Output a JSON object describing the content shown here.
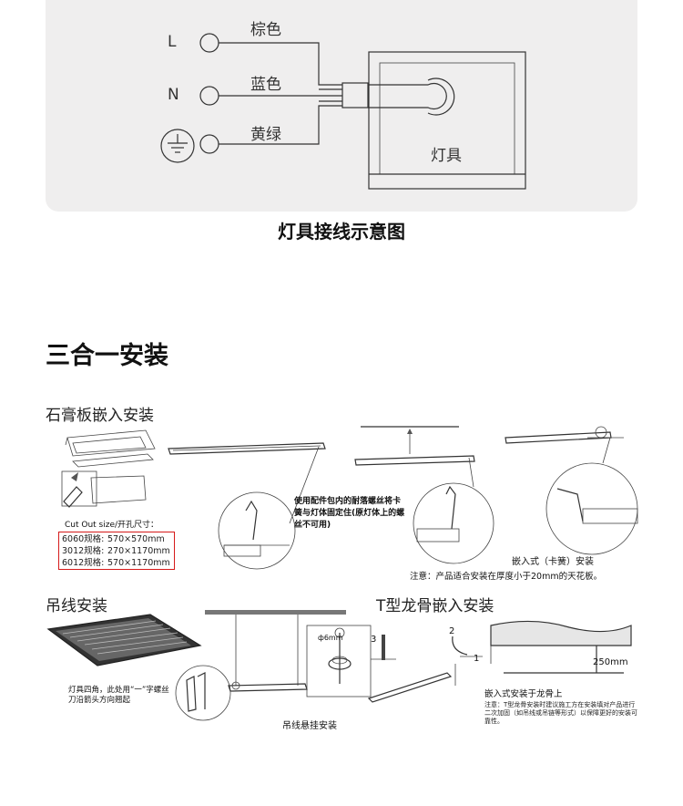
{
  "wiring": {
    "terminals": [
      {
        "symbol": "L",
        "wire": "棕色"
      },
      {
        "symbol": "N",
        "wire": "蓝色"
      },
      {
        "symbol": "ground-icon",
        "wire": "黄绿"
      }
    ],
    "fixture_label": "灯具",
    "caption": "灯具接线示意图"
  },
  "section": {
    "title": "三合一安装"
  },
  "gypsum": {
    "title": "石膏板嵌入安装",
    "cutout_label": "Cut Out size/开孔尺寸：",
    "specs": [
      {
        "code": "6060规格:",
        "size": "570×570mm"
      },
      {
        "code": "3012规格:",
        "size": "270×1170mm"
      },
      {
        "code": "6012规格:",
        "size": "570×1170mm"
      }
    ],
    "screw_note": "使用配件包内的耐落螺丝将卡簧与灯体固定住(原灯体上的螺丝不可用)",
    "spring_label": "嵌入式（卡簧）安装",
    "spring_note": "注意：产品适合安装在厚度小于20mm的天花板。"
  },
  "hanging": {
    "title": "吊线安装",
    "corner_note": "灯具四角，此处用“一”字螺丝刀沿箭头方向翘起",
    "screw_size": "ф6mm",
    "caption": "吊线悬挂安装"
  },
  "tgrid": {
    "title": "T型龙骨嵌入安装",
    "step1": "1",
    "step2": "2",
    "step3": "3",
    "dimension": "250mm",
    "label": "嵌入式安装于龙骨上",
    "note": "注意：T型龙骨安装时建议施工方在安装填对产品进行二次加固（如吊线或吊链等形式）以保障更好的安装可靠性。"
  },
  "colors": {
    "panel_bg": "#efeeee",
    "accent_red": "#d61a1a",
    "line": "#333333"
  }
}
